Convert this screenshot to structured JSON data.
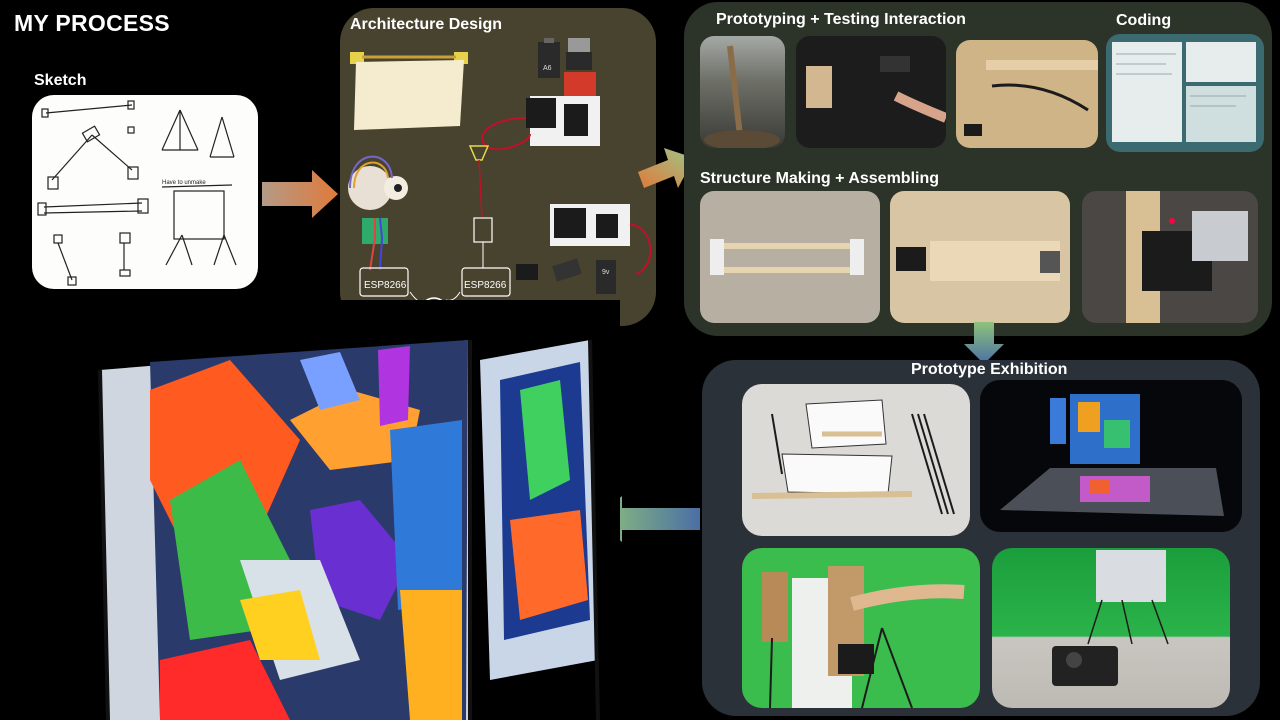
{
  "page": {
    "title": "MY PROCESS"
  },
  "sketch": {
    "label": "Sketch",
    "note": "Have to unmake"
  },
  "architecture": {
    "label": "Architecture Design",
    "module_label_left": "ESP8266",
    "module_label_right": "ESP8266",
    "battery_top": "A6",
    "battery_bottom": "9v"
  },
  "prototyping": {
    "label": "Prototyping + Testing Interaction"
  },
  "coding": {
    "label": "Coding"
  },
  "structure": {
    "label": "Structure Making + Assembling"
  },
  "exhibition": {
    "label": "Prototype Exhibition"
  },
  "colors": {
    "background": "#000000",
    "architecture_panel": "#4a4530",
    "right_panel": "#2c3329",
    "exhibition_panel": "#2b3138",
    "arrow_orange": "#e38a4a",
    "arrow_green": "#8fbf79",
    "arrow_blue": "#4a6fa5"
  }
}
